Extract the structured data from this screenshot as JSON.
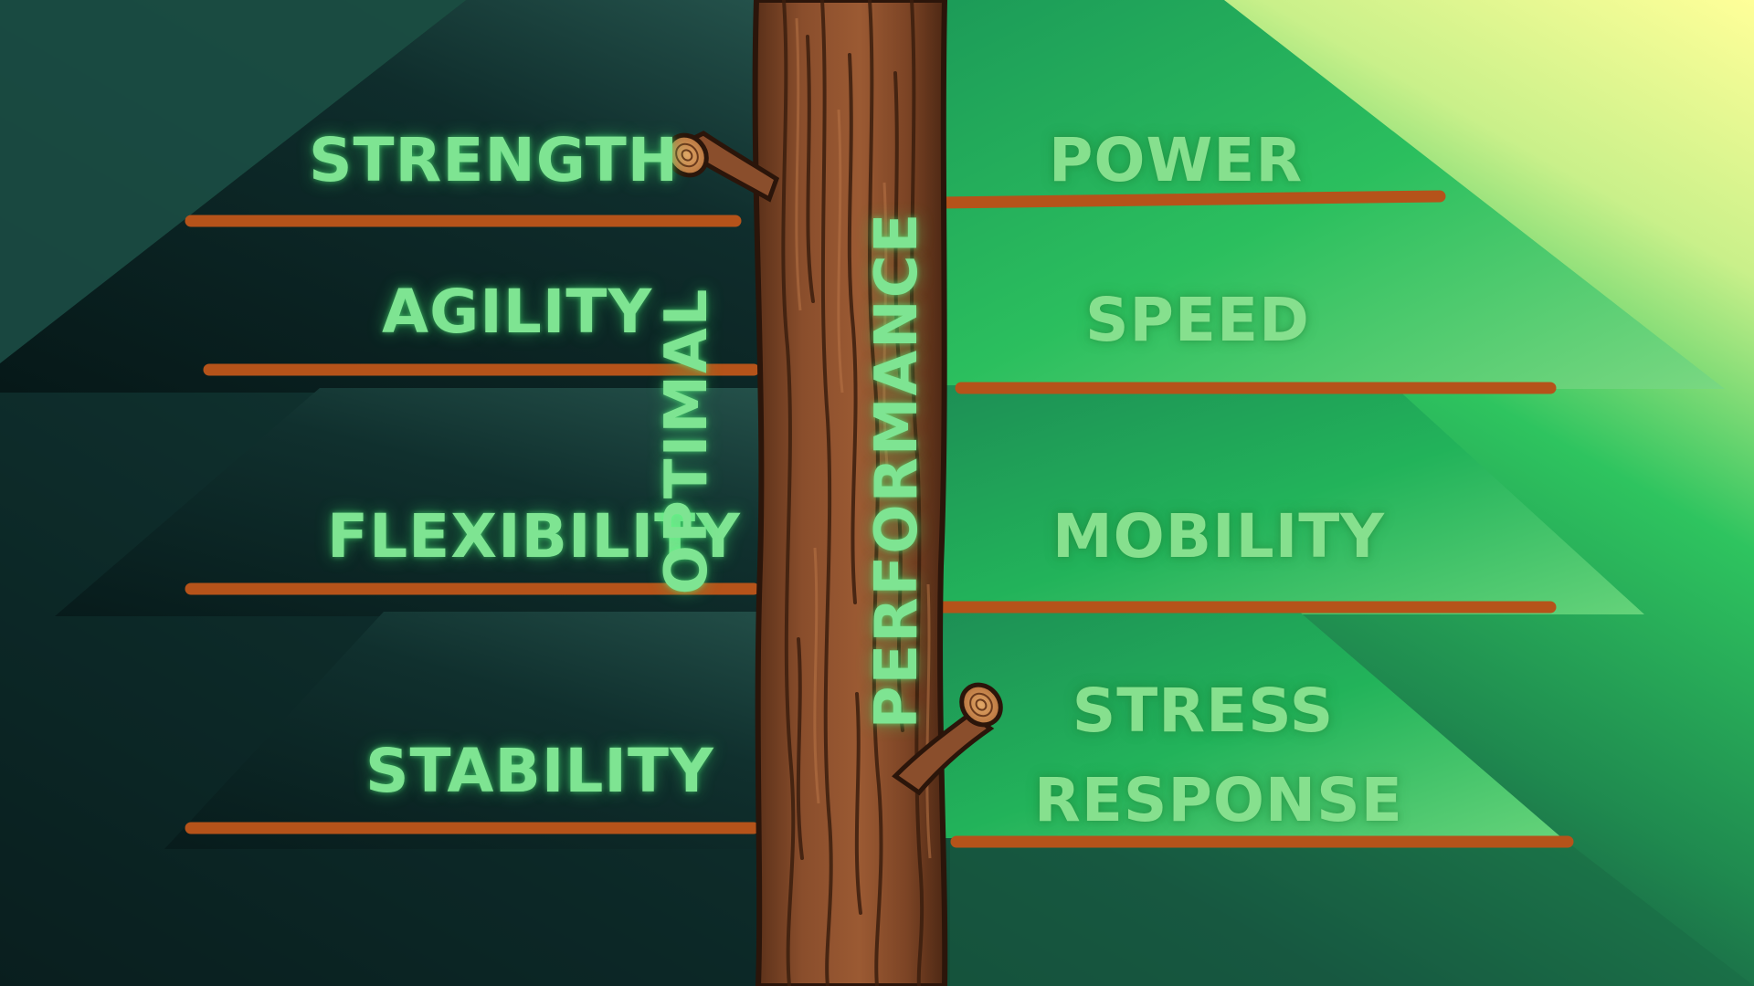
{
  "trunk_title": {
    "line1": "OPTIMAL",
    "line2": "PERFORMANCE"
  },
  "left_attributes": [
    {
      "label": "STRENGTH"
    },
    {
      "label": "AGILITY"
    },
    {
      "label": "FLEXIBILITY"
    },
    {
      "label": "STABILITY"
    }
  ],
  "right_attributes": [
    {
      "label": "POWER"
    },
    {
      "label": "SPEED"
    },
    {
      "label": "MOBILITY"
    },
    {
      "label_line1": "STRESS",
      "label_line2": "RESPONSE"
    }
  ],
  "colors": {
    "label_glow_green": "#7ee492",
    "branch_orange": "#b5531a",
    "trunk_brown": "#7a4428",
    "left_background_dark": "#0c2223",
    "right_background_green": "#22b35a",
    "sky_yellow": "#ffff99"
  }
}
